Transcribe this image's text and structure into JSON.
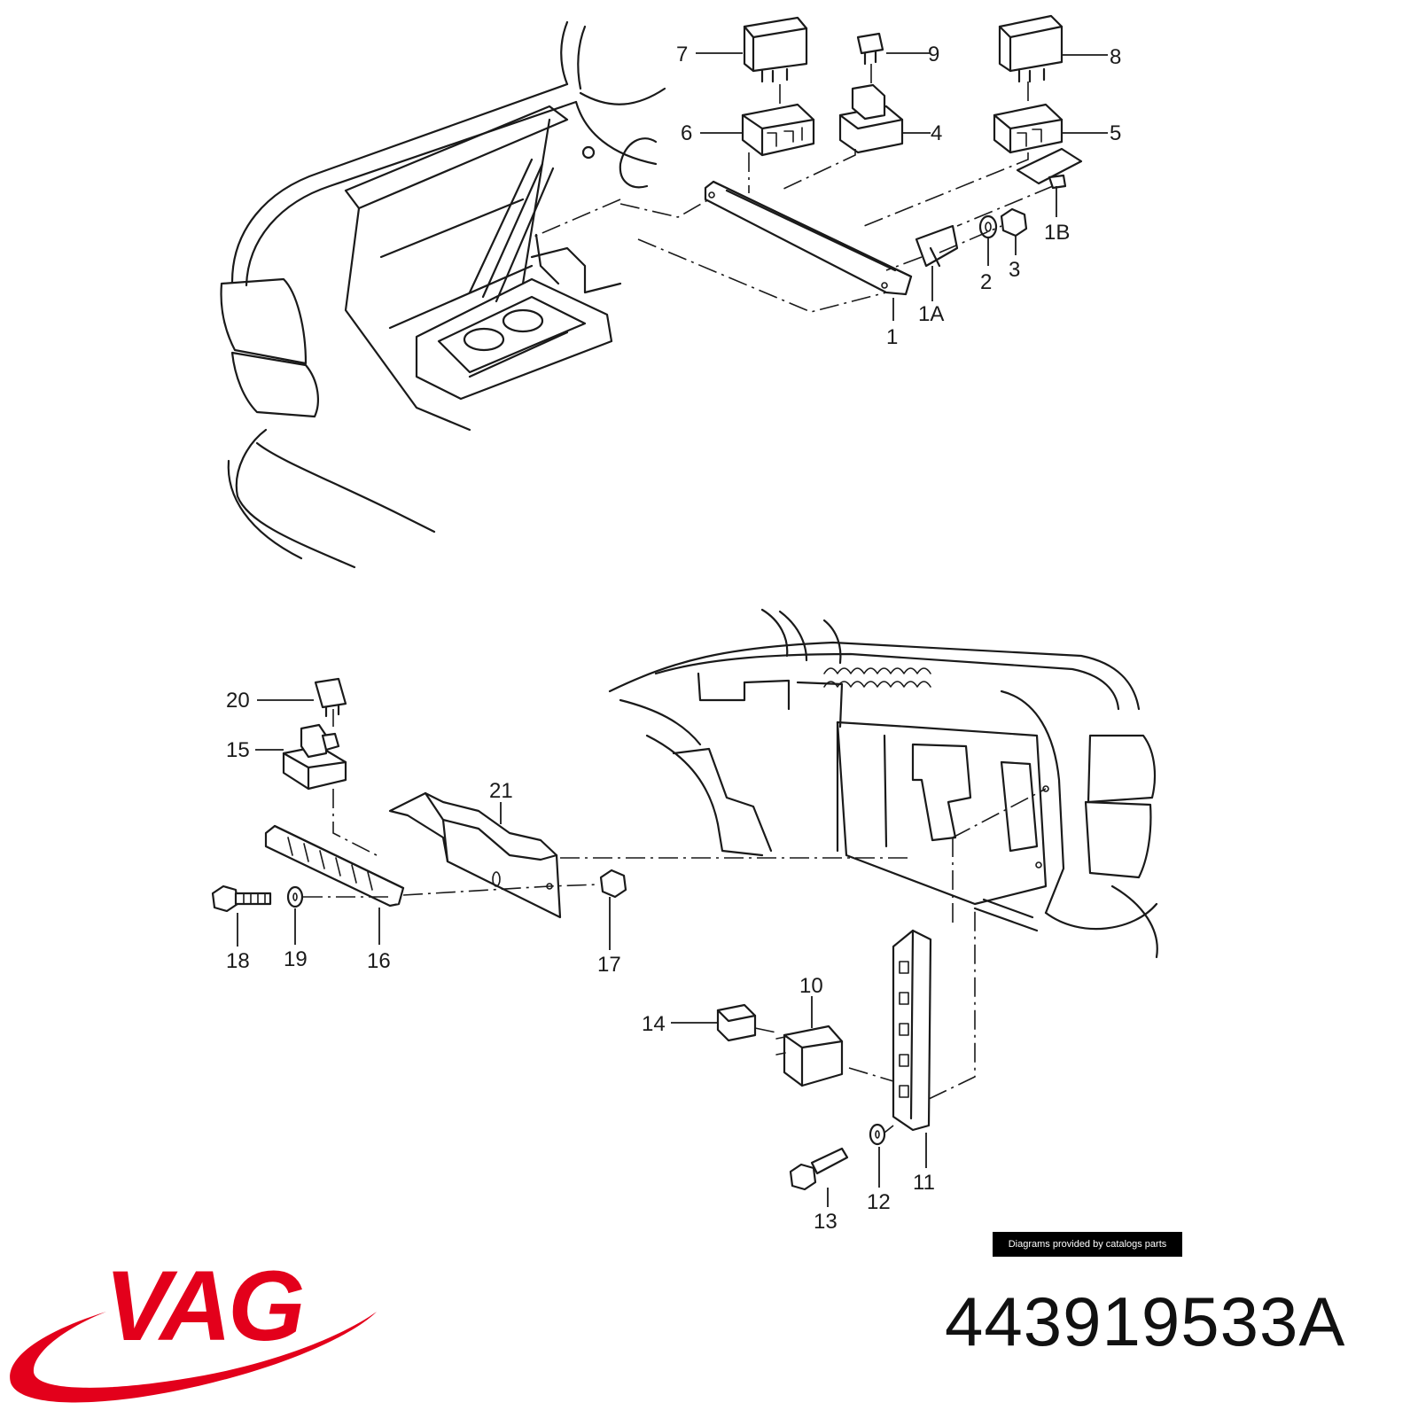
{
  "callouts": {
    "c1": "1",
    "c1A": "1A",
    "c1B": "1B",
    "c2": "2",
    "c3": "3",
    "c4": "4",
    "c5": "5",
    "c6": "6",
    "c7": "7",
    "c8": "8",
    "c9": "9",
    "c10": "10",
    "c11": "11",
    "c12": "12",
    "c13": "13",
    "c14": "14",
    "c15": "15",
    "c16": "16",
    "c17": "17",
    "c18": "18",
    "c19": "19",
    "c20": "20",
    "c21": "21"
  },
  "credit": "Diagrams provided by catalogs parts",
  "brand": {
    "logo_text": "VAG",
    "logo_color": "#e3001b"
  },
  "part_number": "443919533A"
}
